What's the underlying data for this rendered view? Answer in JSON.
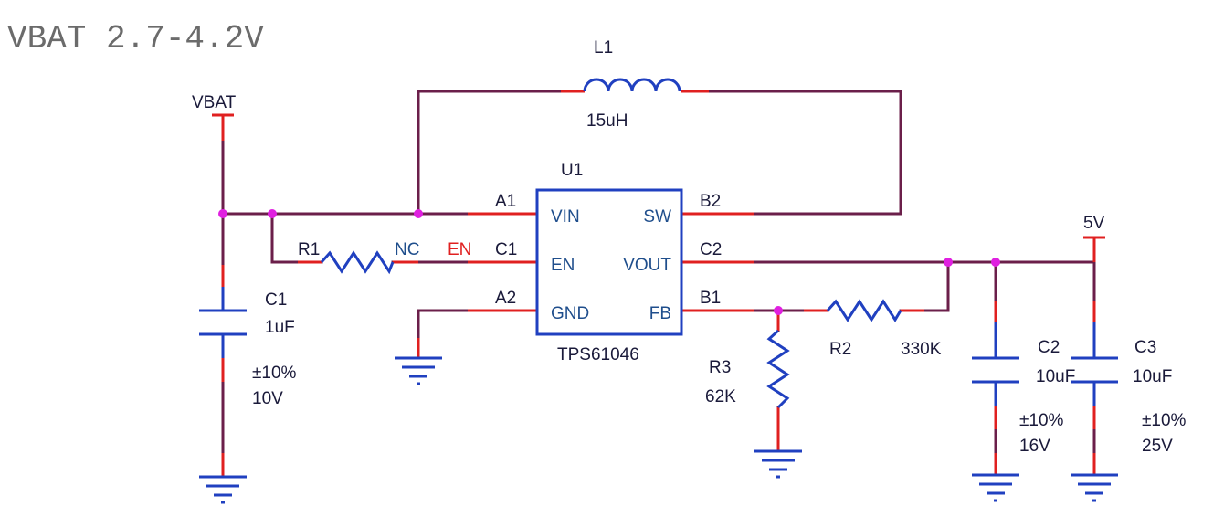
{
  "title": "VBAT 2.7-4.2V",
  "nets": {
    "vbat": "VBAT",
    "five_v": "5V",
    "nc": "NC",
    "en": "EN"
  },
  "l1": {
    "ref": "L1",
    "value": "15uH"
  },
  "u1": {
    "ref": "U1",
    "part": "TPS61046",
    "pins_left": [
      {
        "num": "A1",
        "name": "VIN"
      },
      {
        "num": "C1",
        "name": "EN"
      },
      {
        "num": "A2",
        "name": "GND"
      }
    ],
    "pins_right": [
      {
        "num": "B2",
        "name": "SW"
      },
      {
        "num": "C2",
        "name": "VOUT"
      },
      {
        "num": "B1",
        "name": "FB"
      }
    ]
  },
  "r1": {
    "ref": "R1"
  },
  "r2": {
    "ref": "R2",
    "value": "330K"
  },
  "r3": {
    "ref": "R3",
    "value": "62K"
  },
  "c1": {
    "ref": "C1",
    "value": "1uF",
    "tol": "±10%",
    "voltage": "10V"
  },
  "c2": {
    "ref": "C2",
    "value": "10uF",
    "tol": "±10%",
    "voltage": "16V"
  },
  "c3": {
    "ref": "C3",
    "value": "10uF",
    "tol": "±10%",
    "voltage": "25V"
  },
  "colors": {
    "wire": "#6b1f4a",
    "pin": "#e02020",
    "component": "#2040c0",
    "junction": "#e020e0"
  }
}
